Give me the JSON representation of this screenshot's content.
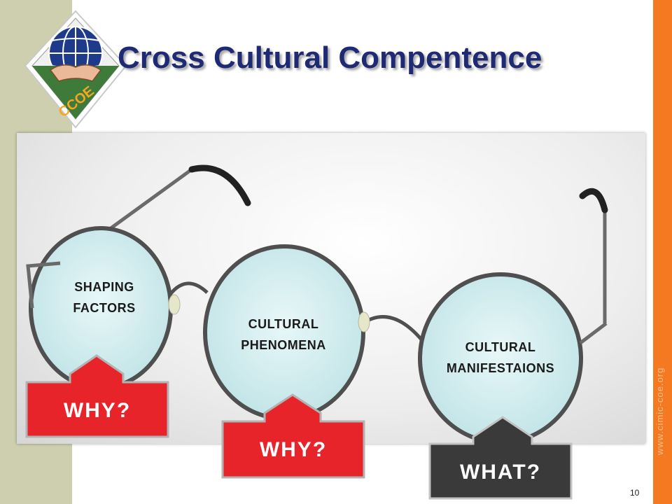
{
  "slide": {
    "title": "Cross Cultural Compentence",
    "page_number": "10",
    "website": "www.cimic-coe.org",
    "logo_text": "CCOE"
  },
  "lenses": [
    {
      "line1": "SHAPING",
      "line2": "FACTORS"
    },
    {
      "line1": "CULTURAL",
      "line2": "PHENOMENA"
    },
    {
      "line1": "CULTURAL",
      "line2": "MANIFESTAIONS"
    }
  ],
  "arrows": [
    {
      "label": "WHY?",
      "color": "#e8242b"
    },
    {
      "label": "WHY?",
      "color": "#e8242b"
    },
    {
      "label": "WHAT?",
      "color": "#3a3a3a"
    }
  ],
  "colors": {
    "left_band": "#cdcfae",
    "right_band": "#f47920",
    "title": "#1f2a75"
  }
}
